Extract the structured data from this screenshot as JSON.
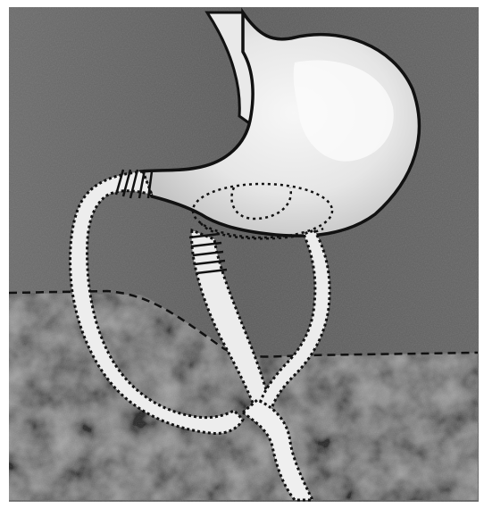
{
  "figure": {
    "labels": [],
    "colors": {
      "background_upper": "#5c5c5c",
      "background_lower": "#4a4a4a",
      "organ_fill": "#ececec",
      "organ_shade": "#cfcfcf",
      "outline": "#111111",
      "page": "#ffffff"
    },
    "structures": [
      "esophagus",
      "stomach",
      "stomach-pouch-dotted",
      "afferent-bowel-loop",
      "efferent-bowel-loop",
      "lower-bowel-segment",
      "anastomosis-stitches-left",
      "anastomosis-stitches-center",
      "cut-line-dashed",
      "lower-tissue-texture"
    ]
  }
}
